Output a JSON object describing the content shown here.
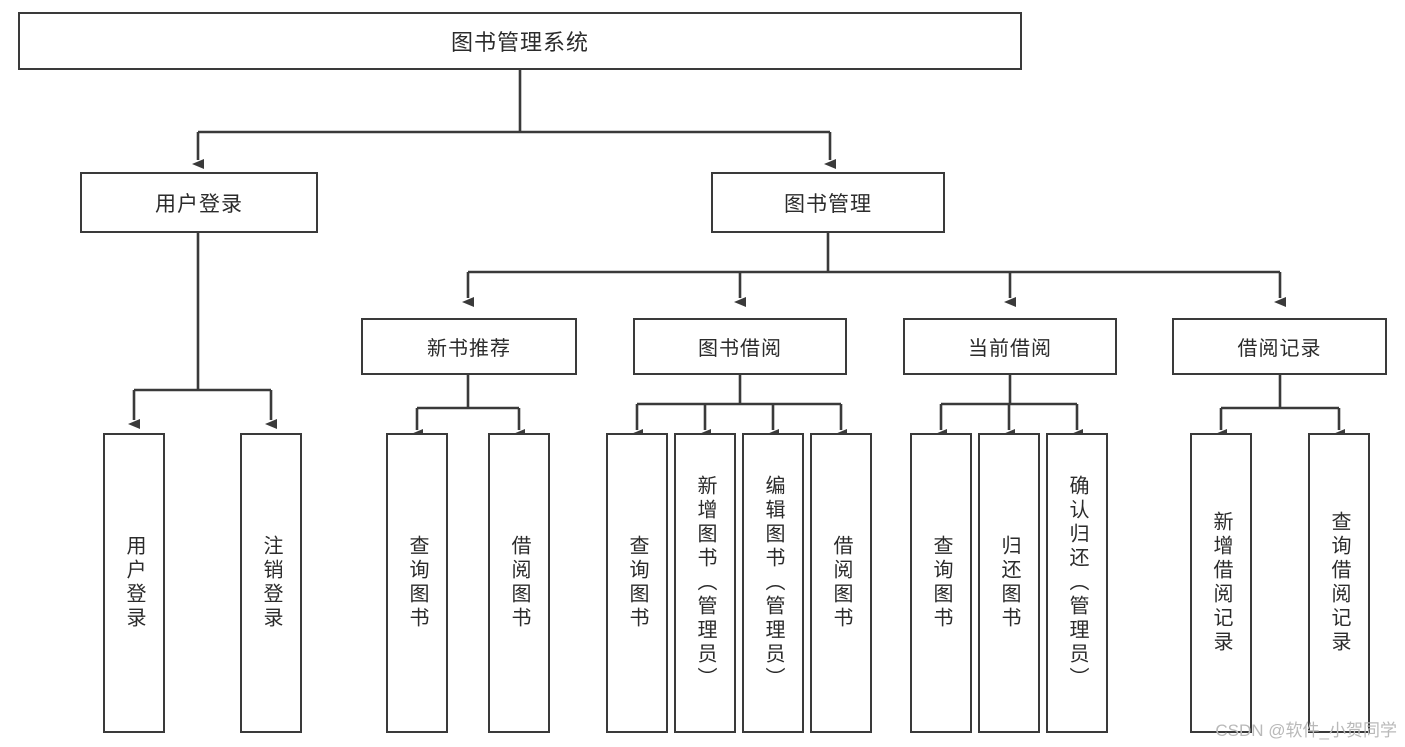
{
  "diagram": {
    "title": "图书管理系统",
    "type": "hierarchy-tree",
    "colors": {
      "stroke": "#3a3a3a",
      "fill": "#ffffff",
      "text": "#2b2b2b",
      "watermark": "#b9b9b9"
    },
    "root": {
      "label": "图书管理系统"
    },
    "level1": [
      {
        "label": "用户登录"
      },
      {
        "label": "图书管理"
      }
    ],
    "level2": [
      {
        "label": "新书推荐"
      },
      {
        "label": "图书借阅"
      },
      {
        "label": "当前借阅"
      },
      {
        "label": "借阅记录"
      }
    ],
    "leaves": {
      "user_login": [
        {
          "label": "用户登录"
        },
        {
          "label": "注销登录"
        }
      ],
      "new_book_recommend": [
        {
          "label": "查询图书"
        },
        {
          "label": "借阅图书"
        }
      ],
      "book_borrow": [
        {
          "label": "查询图书"
        },
        {
          "label": "新增图书（管理员）"
        },
        {
          "label": "编辑图书（管理员）"
        },
        {
          "label": "借阅图书"
        }
      ],
      "current_borrow": [
        {
          "label": "查询图书"
        },
        {
          "label": "归还图书"
        },
        {
          "label": "确认归还（管理员）"
        }
      ],
      "borrow_record": [
        {
          "label": "新增借阅记录"
        },
        {
          "label": "查询借阅记录"
        }
      ]
    },
    "watermark": "CSDN @软件_小贺同学"
  }
}
